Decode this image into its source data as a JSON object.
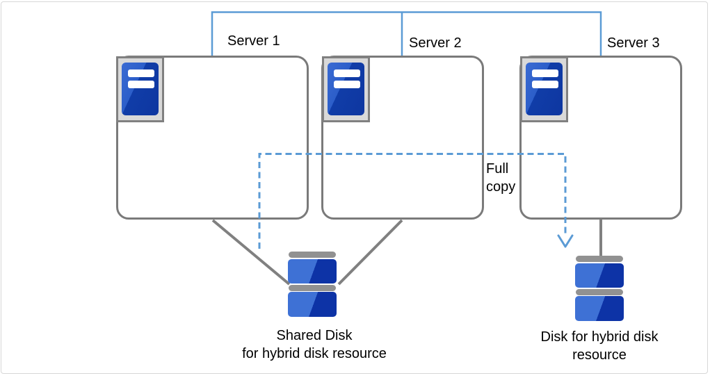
{
  "diagram": {
    "servers": [
      {
        "label": "Server 1"
      },
      {
        "label": "Server 2"
      },
      {
        "label": "Server 3"
      }
    ],
    "full_copy_label": "Full copy",
    "shared_disk": {
      "line1": "Shared Disk",
      "line2": "for hybrid disk resource"
    },
    "hybrid_disk": {
      "line1": "Disk for hybrid disk",
      "line2": "resource"
    },
    "colors": {
      "interconnect_blue": "#5b9bd5",
      "dashed_arrow_blue": "#5b9bd5",
      "connector_gray": "#808080",
      "box_border_gray": "#7a7a7a",
      "icon_frame_fill": "#d9d9d9",
      "server_blue_light": "#2c5ec9",
      "server_blue_dark": "#0e36a0",
      "disk_blue_light": "#3e71d5",
      "disk_blue_dark": "#0d33a6",
      "disk_cap_gray": "#919191"
    }
  }
}
